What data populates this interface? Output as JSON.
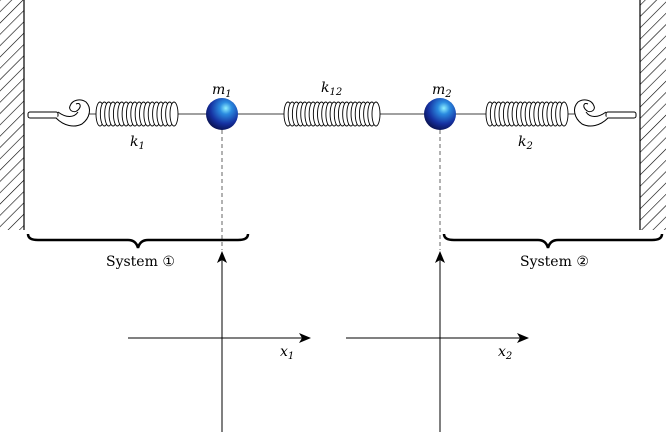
{
  "diagram": {
    "labels": {
      "k1": "k",
      "k1_sub": "1",
      "k12": "k",
      "k12_sub": "12",
      "k2": "k",
      "k2_sub": "2",
      "m1": "m",
      "m1_sub": "1",
      "m2": "m",
      "m2_sub": "2",
      "x1": "x",
      "x1_sub": "1",
      "x2": "x",
      "x2_sub": "2",
      "system1": "System ①",
      "system2": "System ②"
    },
    "colors": {
      "mass_dark": "#0a1560",
      "mass_mid": "#1a3fae",
      "mass_highlight": "#7fe9ff",
      "line": "#000000",
      "dashed": "#555555"
    }
  }
}
